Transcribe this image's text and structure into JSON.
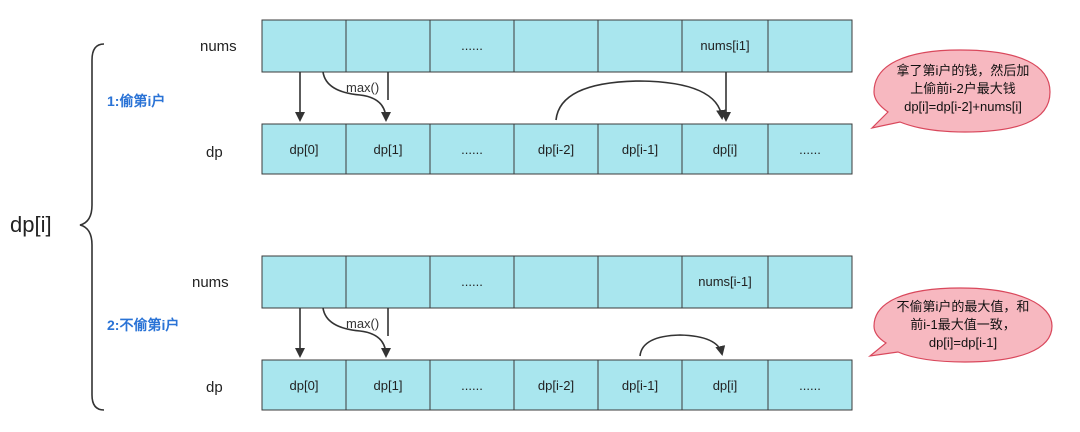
{
  "main_label": "dp[i]",
  "cases": [
    {
      "label": "1:偷第i户",
      "nums_label": "nums",
      "dp_label": "dp",
      "nums_cells": [
        "",
        "",
        "......",
        "",
        "",
        "nums[i1]",
        ""
      ],
      "dp_cells": [
        "dp[0]",
        "dp[1]",
        "......",
        "dp[i-2]",
        "dp[i-1]",
        "dp[i]",
        "......"
      ],
      "max_label": "max()",
      "bubble_lines": [
        "拿了第i户的钱，然后加",
        "上偷前i-2户最大钱",
        "dp[i]=dp[i-2]+nums[i]"
      ]
    },
    {
      "label": "2:不偷第i户",
      "nums_label": "nums",
      "dp_label": "dp",
      "nums_cells": [
        "",
        "",
        "......",
        "",
        "",
        "nums[i-1]",
        ""
      ],
      "dp_cells": [
        "dp[0]",
        "dp[1]",
        "......",
        "dp[i-2]",
        "dp[i-1]",
        "dp[i]",
        "......"
      ],
      "max_label": "max()",
      "bubble_lines": [
        "不偷第i户的最大值，和",
        "前i-1最大值一致，",
        "dp[i]=dp[i-1]"
      ]
    }
  ],
  "colors": {
    "cell_fill": "#a9e6ee",
    "case_label": "#2a73d6",
    "bubble_fill": "#f7b8c0",
    "bubble_stroke": "#d9485c"
  }
}
